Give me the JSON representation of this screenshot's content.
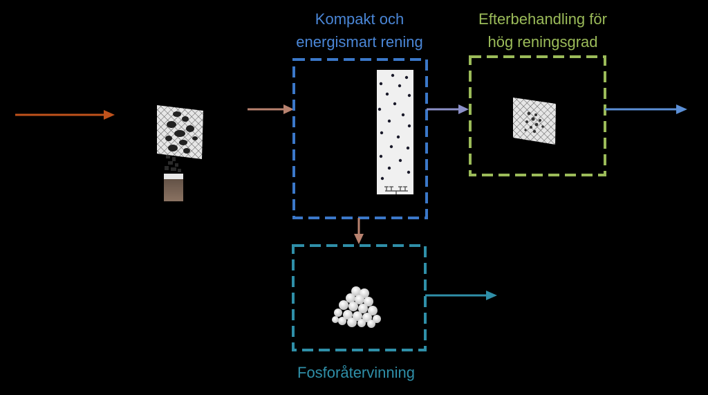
{
  "labels": {
    "compact_line1": "Kompakt och",
    "compact_line2": "energismart rening",
    "post_line1": "Efterbehandling för",
    "post_line2": "hög reningsgrad",
    "phosphorus": "Fosforåtervinning"
  },
  "colors": {
    "background": "#000000",
    "inflow_arrow": "#c0521c",
    "compact_box": "#3b78c9",
    "post_box": "#9bbb59",
    "phosphorus_box": "#2f8fa8",
    "compact_text": "#4a86d6",
    "post_text": "#9bbb59",
    "phosphorus_text": "#2f8fa8",
    "brown_arrow": "#b8826f",
    "lilac_arrow": "#8c90c8",
    "blue_arrow": "#5b8fd6",
    "teal_arrow": "#2f8fa8"
  },
  "icons": [
    "screen-filter-icon",
    "sludge-container-icon",
    "reactor-column-icon",
    "microscreen-filter-icon",
    "phosphorus-granules-icon"
  ]
}
